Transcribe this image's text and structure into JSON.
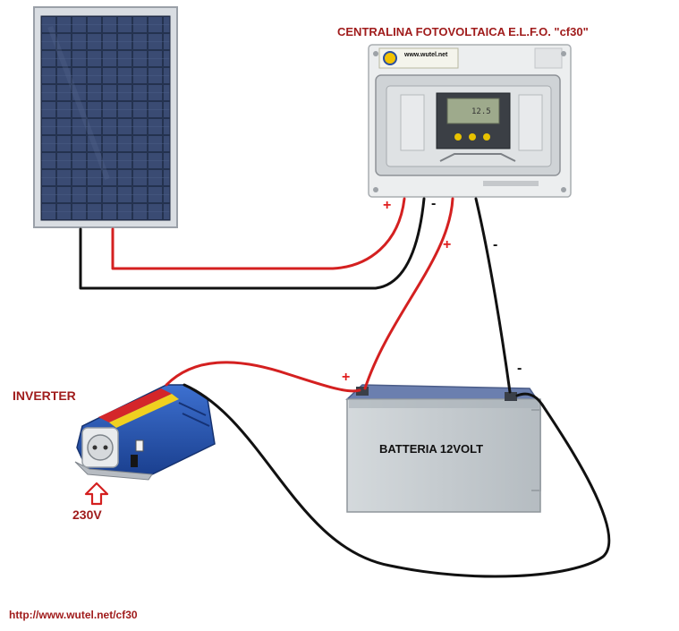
{
  "labels": {
    "controller_title": "CENTRALINA FOTOVOLTAICA E.L.F.O. \"cf30\"",
    "inverter_title": "INVERTER",
    "output_voltage": "230V",
    "battery_label": "BATTERIA 12VOLT",
    "footer_url": "http://www.wutel.net/cf30"
  },
  "polarity": {
    "plus": "+",
    "minus": "-"
  },
  "device_text": {
    "controller_logo": "www.wutel.net",
    "lcd_readout": "12.5"
  },
  "colors": {
    "wire_positive": "#d42020",
    "wire_negative": "#111111",
    "label_red": "#a01c1c",
    "inverter_blue": "#2456b8",
    "battery_body": "#c4cbcf",
    "battery_lid": "#6b7faf"
  }
}
